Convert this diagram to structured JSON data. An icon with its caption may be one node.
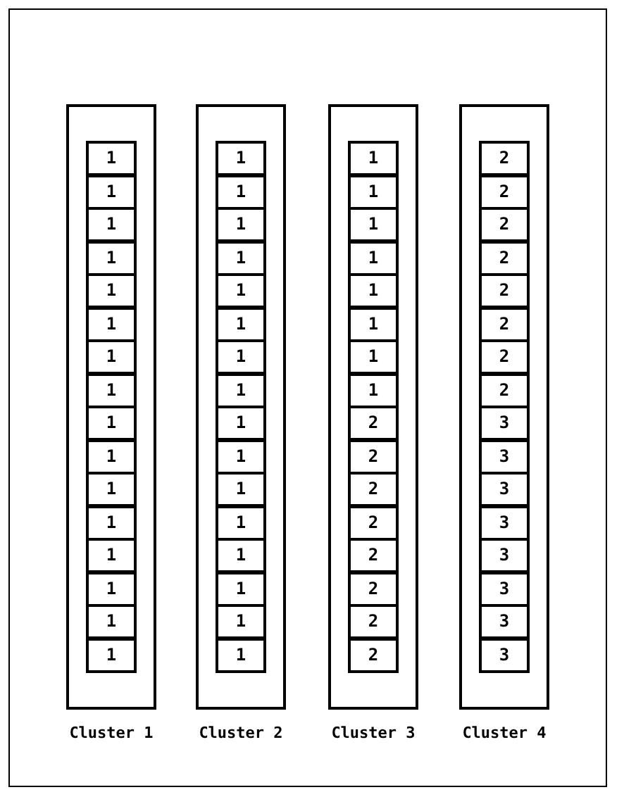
{
  "diagram": {
    "nodes": [
      {
        "text": [
          "Cluster 1"
        ]
      },
      {
        "text": [
          "1"
        ],
        "in": 0
      },
      {
        "text": [
          "1"
        ],
        "in": 0
      },
      {
        "text": [
          "1"
        ],
        "in": 0
      },
      {
        "text": [
          "1"
        ],
        "in": 0
      },
      {
        "text": [
          "1"
        ],
        "in": 0
      },
      {
        "text": [
          "1"
        ],
        "in": 0
      },
      {
        "text": [
          "1"
        ],
        "in": 0
      },
      {
        "text": [
          "1"
        ],
        "in": 0
      },
      {
        "text": [
          "1"
        ],
        "in": 0
      },
      {
        "text": [
          "1"
        ],
        "in": 0
      },
      {
        "text": [
          "1"
        ],
        "in": 0
      },
      {
        "text": [
          "1"
        ],
        "in": 0
      },
      {
        "text": [
          "1"
        ],
        "in": 0
      },
      {
        "text": [
          "1"
        ],
        "in": 0
      },
      {
        "text": [
          "1"
        ],
        "in": 0
      },
      {
        "text": [
          "1"
        ],
        "in": 0
      },
      {
        "text": [
          "Cluster 2"
        ]
      },
      {
        "text": [
          "1"
        ],
        "in": 17
      },
      {
        "text": [
          "1"
        ],
        "in": 17
      },
      {
        "text": [
          "1"
        ],
        "in": 17
      },
      {
        "text": [
          "1"
        ],
        "in": 17
      },
      {
        "text": [
          "1"
        ],
        "in": 17
      },
      {
        "text": [
          "1"
        ],
        "in": 17
      },
      {
        "text": [
          "1"
        ],
        "in": 17
      },
      {
        "text": [
          "1"
        ],
        "in": 17
      },
      {
        "text": [
          "1"
        ],
        "in": 17
      },
      {
        "text": [
          "1"
        ],
        "in": 17
      },
      {
        "text": [
          "1"
        ],
        "in": 17
      },
      {
        "text": [
          "1"
        ],
        "in": 17
      },
      {
        "text": [
          "1"
        ],
        "in": 17
      },
      {
        "text": [
          "1"
        ],
        "in": 17
      },
      {
        "text": [
          "1"
        ],
        "in": 17
      },
      {
        "text": [
          "1"
        ],
        "in": 17
      },
      {
        "text": [
          "Cluster 3"
        ]
      },
      {
        "text": [
          "1"
        ],
        "in": 34
      },
      {
        "text": [
          "1"
        ],
        "in": 34
      },
      {
        "text": [
          "1"
        ],
        "in": 34
      },
      {
        "text": [
          "1"
        ],
        "in": 34
      },
      {
        "text": [
          "1"
        ],
        "in": 34
      },
      {
        "text": [
          "1"
        ],
        "in": 34
      },
      {
        "text": [
          "1"
        ],
        "in": 34
      },
      {
        "text": [
          "1"
        ],
        "in": 34
      },
      {
        "text": [
          "2"
        ],
        "in": 34
      },
      {
        "text": [
          "2"
        ],
        "in": 34
      },
      {
        "text": [
          "2"
        ],
        "in": 34
      },
      {
        "text": [
          "2"
        ],
        "in": 34
      },
      {
        "text": [
          "2"
        ],
        "in": 34
      },
      {
        "text": [
          "2"
        ],
        "in": 34
      },
      {
        "text": [
          "2"
        ],
        "in": 34
      },
      {
        "text": [
          "2"
        ],
        "in": 34
      },
      {
        "text": [
          "Cluster 4"
        ]
      },
      {
        "text": [
          "2"
        ],
        "in": 51
      },
      {
        "text": [
          "2"
        ],
        "in": 51
      },
      {
        "text": [
          "2"
        ],
        "in": 51
      },
      {
        "text": [
          "2"
        ],
        "in": 51
      },
      {
        "text": [
          "2"
        ],
        "in": 51
      },
      {
        "text": [
          "2"
        ],
        "in": 51
      },
      {
        "text": [
          "2"
        ],
        "in": 51
      },
      {
        "text": [
          "2"
        ],
        "in": 51
      },
      {
        "text": [
          "3"
        ],
        "in": 51
      },
      {
        "text": [
          "3"
        ],
        "in": 51
      },
      {
        "text": [
          "3"
        ],
        "in": 51
      },
      {
        "text": [
          "3"
        ],
        "in": 51
      },
      {
        "text": [
          "3"
        ],
        "in": 51
      },
      {
        "text": [
          "3"
        ],
        "in": 51
      },
      {
        "text": [
          "3"
        ],
        "in": 51
      },
      {
        "text": [
          "3"
        ],
        "in": 51
      }
    ]
  }
}
